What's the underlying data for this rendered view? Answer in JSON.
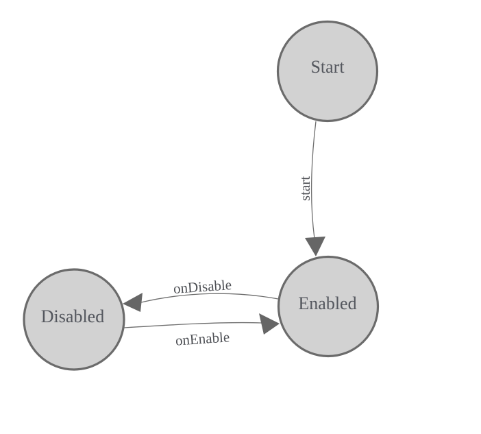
{
  "diagram": {
    "type": "state-machine",
    "nodes": [
      {
        "id": "start",
        "label": "Start"
      },
      {
        "id": "enabled",
        "label": "Enabled"
      },
      {
        "id": "disabled",
        "label": "Disabled"
      }
    ],
    "edges": [
      {
        "from": "Start",
        "to": "Enabled",
        "label": "start"
      },
      {
        "from": "Enabled",
        "to": "Disabled",
        "label": "onDisable"
      },
      {
        "from": "Disabled",
        "to": "Enabled",
        "label": "onEnable"
      }
    ],
    "colors": {
      "background": "#ffffff",
      "node_fill": "#d2d2d2",
      "node_stroke": "#6b6b6b",
      "edge_line": "#6e6e6e",
      "arrowhead": "#666666",
      "node_label_text": "#54575e",
      "edge_label_text": "#4f5156"
    }
  }
}
